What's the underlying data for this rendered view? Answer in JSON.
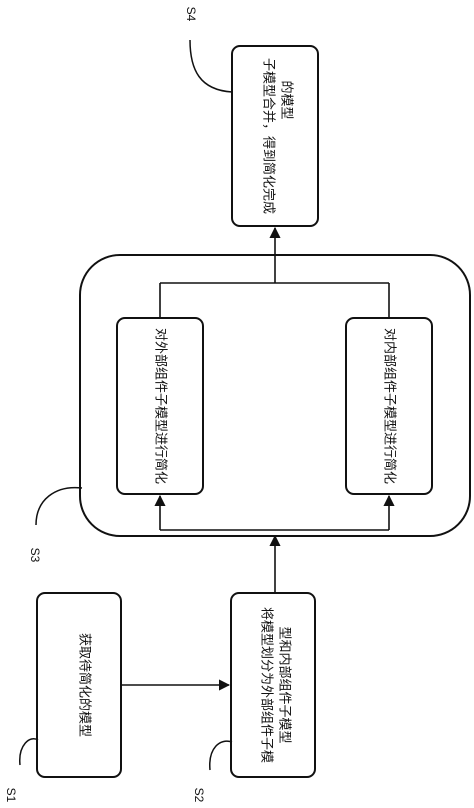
{
  "steps": {
    "s1": {
      "label": "S1",
      "text": "获取待简化的模型"
    },
    "s2": {
      "label": "S2",
      "text_line1": "将模型划分为外部组件子模",
      "text_line2": "型和内部组件子模型"
    },
    "s3": {
      "label": "S3",
      "left_text": "对外部组件子模型进行简化",
      "right_text": "对内部组件子模型进行简化"
    },
    "s4": {
      "label": "S4",
      "text_line1": "子模型合并，得到简化完成",
      "text_line2": "的模型"
    }
  }
}
